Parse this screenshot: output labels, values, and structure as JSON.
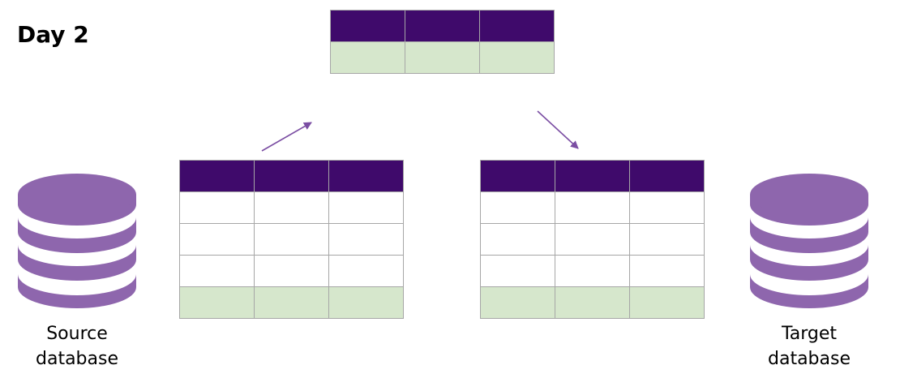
{
  "title": "Day 2",
  "colors": {
    "header": "#3f0a6b",
    "footer": "#d6e7cc",
    "database": "#8e66ad",
    "arrow": "#7b4ea3"
  },
  "databases": {
    "source": {
      "label_line1": "Source",
      "label_line2": "database",
      "icon": "database-icon"
    },
    "target": {
      "label_line1": "Target",
      "label_line2": "database",
      "icon": "database-icon"
    }
  },
  "tables": {
    "intermediate": {
      "columns": 3,
      "rows": 0
    },
    "source_table": {
      "columns": 3,
      "rows": 3
    },
    "target_table": {
      "columns": 3,
      "rows": 3
    }
  }
}
